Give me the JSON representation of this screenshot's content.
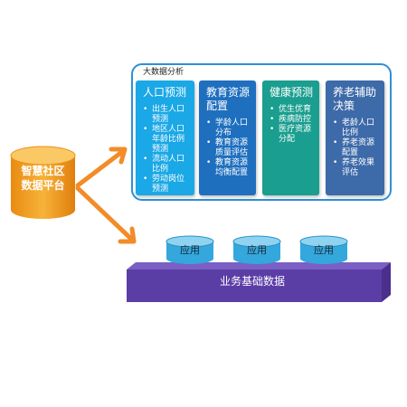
{
  "platform": {
    "label_line1": "智慧社区",
    "label_line2": "数据平台"
  },
  "panel": {
    "title": "大数据分析"
  },
  "columns": [
    {
      "title": "人口预测",
      "color": "#1aa8e6",
      "items": [
        "出生人口预测",
        "地区人口年龄比例预测",
        "流动人口比例",
        "劳动岗位预测"
      ]
    },
    {
      "title": "教育资源配置",
      "color": "#1f6fbf",
      "items": [
        "学龄人口分布",
        "教育资源质量评估",
        "教育资源均衡配置"
      ]
    },
    {
      "title": "健康预测",
      "color": "#1a9e8f",
      "items": [
        "优生优育",
        "疾病防控",
        "医疗资源分配"
      ]
    },
    {
      "title": "养老辅助决策",
      "color": "#3d6aa8",
      "items": [
        "老龄人口比例",
        "养老资源配置",
        "养老效果评估"
      ]
    }
  ],
  "apps": [
    "应用",
    "应用",
    "应用"
  ],
  "base": {
    "label": "业务基础数据"
  },
  "colors": {
    "cylinder": "#f5a623",
    "arrow": "#f28c28",
    "panel_border": "#2f8fd6",
    "slab_front": "#5b3da6",
    "slab_top": "#7a5fc4",
    "app_cylinder": "#34a7dc"
  }
}
